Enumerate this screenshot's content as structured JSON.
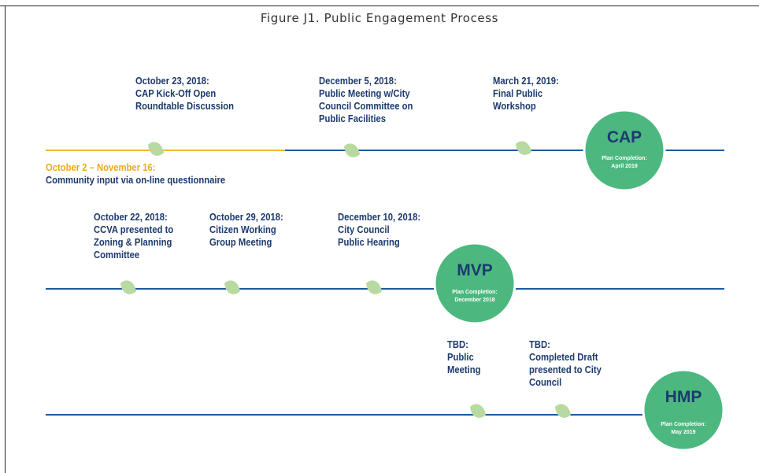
{
  "title": "Figure J1. Public Engagement Process",
  "colors": {
    "timeline_blue": "#1c5a9e",
    "timeline_orange": "#f2b531",
    "circle_green": "#4cb87f",
    "label_navy": "#1c3a6e",
    "label_orange": "#f0a81c",
    "leaf": "#b8d9a0"
  },
  "cap": {
    "events": [
      {
        "lines": [
          "October 23, 2018:",
          "CAP Kick-Off Open",
          "Roundtable Discussion"
        ]
      },
      {
        "lines": [
          "December 5, 2018:",
          "Public Meeting w/City",
          "Council Committee on",
          "Public Facilities"
        ]
      },
      {
        "lines": [
          "March 21, 2019:",
          "Final Public",
          "Workshop"
        ]
      }
    ],
    "range_event": {
      "lines": [
        "October 2 – November 16:",
        "Community input via on-line questionnaire"
      ]
    },
    "milestone": {
      "abbr": "CAP",
      "lines": [
        "Plan Completion:",
        "April 2019"
      ]
    }
  },
  "mvp": {
    "events": [
      {
        "lines": [
          "October 22, 2018:",
          "CCVA presented to",
          "Zoning & Planning",
          "Committee"
        ]
      },
      {
        "lines": [
          "October 29, 2018:",
          "Citizen Working",
          "Group Meeting"
        ]
      },
      {
        "lines": [
          "December 10, 2018:",
          "City Council",
          "Public Hearing"
        ]
      }
    ],
    "milestone": {
      "abbr": "MVP",
      "lines": [
        "Plan Completion:",
        "December 2018"
      ]
    }
  },
  "hmp": {
    "events": [
      {
        "lines": [
          "TBD:",
          "Public",
          "Meeting"
        ]
      },
      {
        "lines": [
          "TBD:",
          "Completed Draft",
          "presented to City",
          "Council"
        ]
      }
    ],
    "milestone": {
      "abbr": "HMP",
      "lines": [
        "Plan Completion:",
        "May 2019"
      ]
    }
  }
}
